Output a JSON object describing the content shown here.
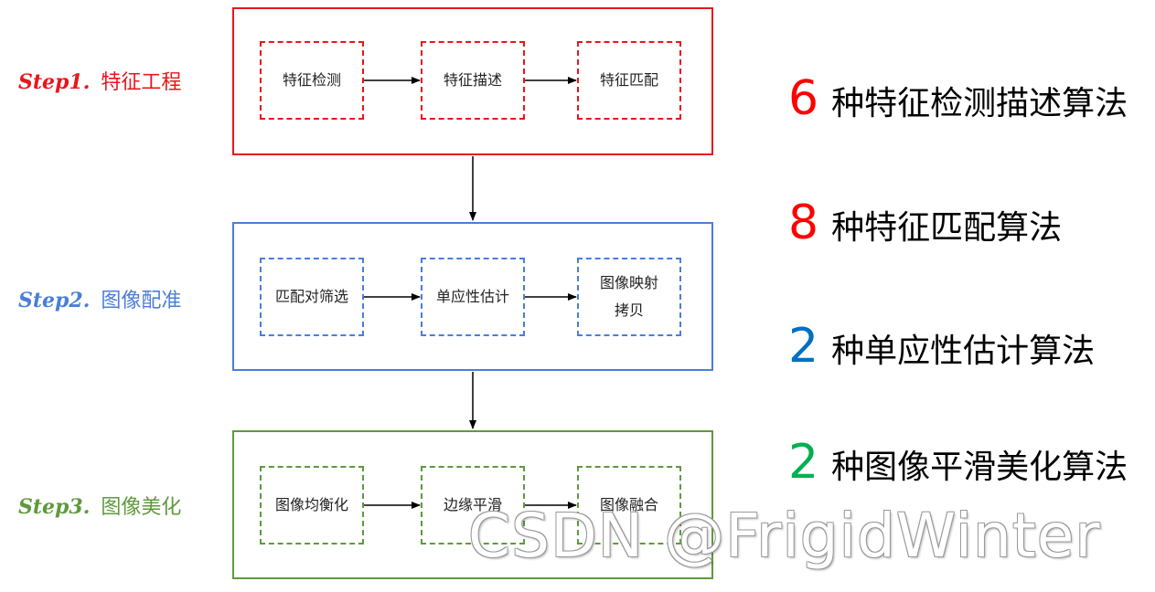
{
  "steps": [
    {
      "step_label": "Step1.",
      "title": "特征工程",
      "color": "#e8161b",
      "nodes": [
        "特征检测",
        "特征描述",
        "特征匹配"
      ]
    },
    {
      "step_label": "Step2.",
      "title": "图像配准",
      "color": "#4a7ed8",
      "nodes": [
        "匹配对筛选",
        "单应性估计",
        "图像映射\n拷贝"
      ]
    },
    {
      "step_label": "Step3.",
      "title": "图像美化",
      "color": "#5e9a3c",
      "nodes": [
        "图像均衡化",
        "边缘平滑",
        "图像融合"
      ]
    }
  ],
  "stats": [
    {
      "number": "6",
      "color": "#ff0000",
      "text": "种特征检测描述算法"
    },
    {
      "number": "8",
      "color": "#ff0000",
      "text": "种特征匹配算法"
    },
    {
      "number": "2",
      "color": "#0070c0",
      "text": "种单应性估计算法"
    },
    {
      "number": "2",
      "color": "#00b050",
      "text": "种图像平滑美化算法"
    }
  ],
  "watermark": "CSDN @FrigidWinter"
}
